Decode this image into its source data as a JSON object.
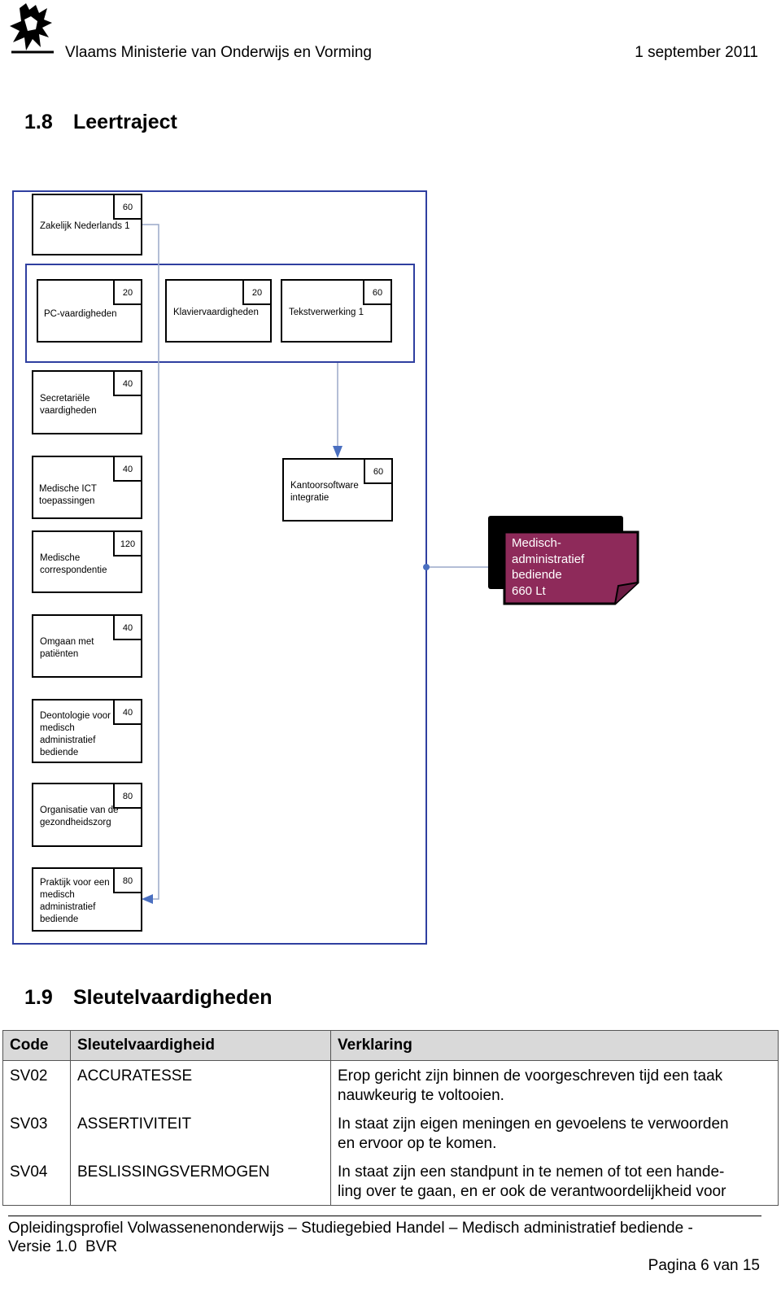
{
  "header": {
    "org": "Vlaams Ministerie van Onderwijs en Vorming",
    "date": "1 september 2011"
  },
  "section_18": {
    "number": "1.8",
    "title": "Leertraject"
  },
  "diagram": {
    "modules": [
      {
        "name": "Zakelijk Nederlands 1",
        "credits": "60"
      },
      {
        "name": "PC-vaardigheden",
        "credits": "20"
      },
      {
        "name": "Klaviervaardigheden",
        "credits": "20"
      },
      {
        "name": "Tekstverwerking 1",
        "credits": "60"
      },
      {
        "name": "Secretariële vaardigheden",
        "credits": "40"
      },
      {
        "name": "Medische ICT toepassingen",
        "credits": "40"
      },
      {
        "name": "Kantoorsoftware integratie",
        "credits": "60"
      },
      {
        "name": "Medische correspondentie",
        "credits": "120"
      },
      {
        "name": "Omgaan met patiënten",
        "credits": "40"
      },
      {
        "name": "Deontologie voor medisch administratief bediende",
        "credits": "40"
      },
      {
        "name": "Organisatie van de gezondheidszorg",
        "credits": "80"
      },
      {
        "name": "Praktijk voor een medisch administratief bediende",
        "credits": "80"
      }
    ],
    "certificate": {
      "line1": "Medisch-",
      "line2": "administratief",
      "line3": "bediende",
      "line4": "660 Lt"
    },
    "colors": {
      "frame": "#2f3fa0",
      "arrow": "#4a6fc0",
      "certificate": "#8e2a5a"
    }
  },
  "section_19": {
    "number": "1.9",
    "title": "Sleutelvaardigheden"
  },
  "table": {
    "headers": [
      "Code",
      "Sleutelvaardigheid",
      "Verklaring"
    ],
    "rows": [
      {
        "code": "SV02",
        "skill": "ACCURATESSE",
        "line1": "Erop gericht zijn binnen de voorgeschreven tijd een taak",
        "line2": "nauwkeurig te voltooien."
      },
      {
        "code": "SV03",
        "skill": "ASSERTIVITEIT",
        "line1": "In staat zijn eigen meningen en gevoelens te verwoorden",
        "line2": "en ervoor op te komen."
      },
      {
        "code": "SV04",
        "skill": "BESLISSINGSVERMOGEN",
        "line1": "In staat zijn een standpunt in te nemen of tot een hande-",
        "line2": "ling over te gaan, en er ook de verantwoordelijkheid voor"
      }
    ]
  },
  "footer": {
    "line1": "Opleidingsprofiel Volwassenenonderwijs – Studiegebied Handel – Medisch administratief bediende -",
    "line2": "Versie 1.0  BVR",
    "page": "Pagina 6 van 15"
  }
}
